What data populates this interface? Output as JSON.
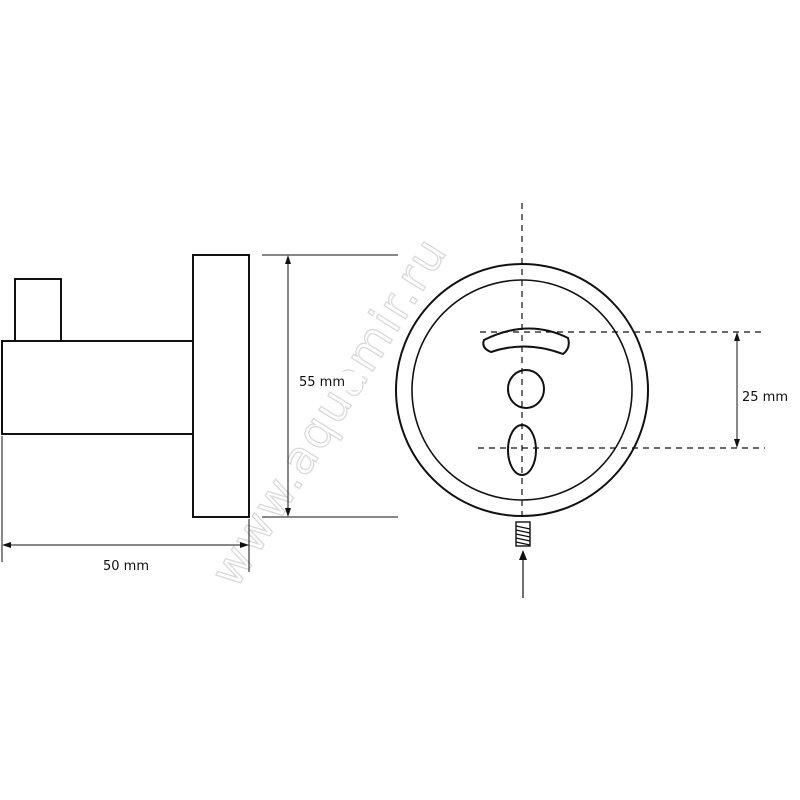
{
  "labels": {
    "height_dimension": "55 mm",
    "depth_dimension": "50 mm",
    "hole_spacing_dimension": "25 mm"
  },
  "watermark": {
    "text": "www.aquamir.ru"
  },
  "colors": {
    "line": "#111111",
    "watermark": "#d9d9d9",
    "background": "#ffffff"
  }
}
